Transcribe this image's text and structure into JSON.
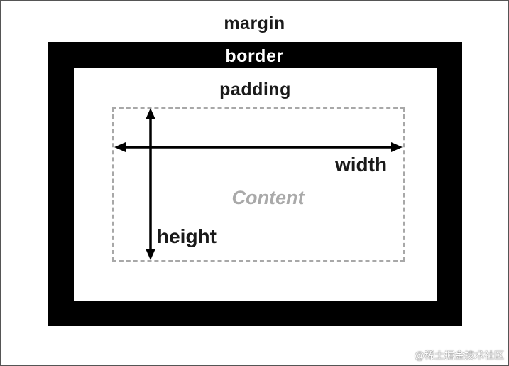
{
  "diagram": {
    "margin_label": "margin",
    "border_label": "border",
    "padding_label": "padding",
    "content_label": "Content",
    "width_label": "width",
    "height_label": "height"
  },
  "watermark": "@稀土掘金技术社区",
  "colors": {
    "border": "#000000",
    "content_outline": "#a8a8a8",
    "content_text": "#a9a9a9",
    "text": "#1a1a1a"
  }
}
